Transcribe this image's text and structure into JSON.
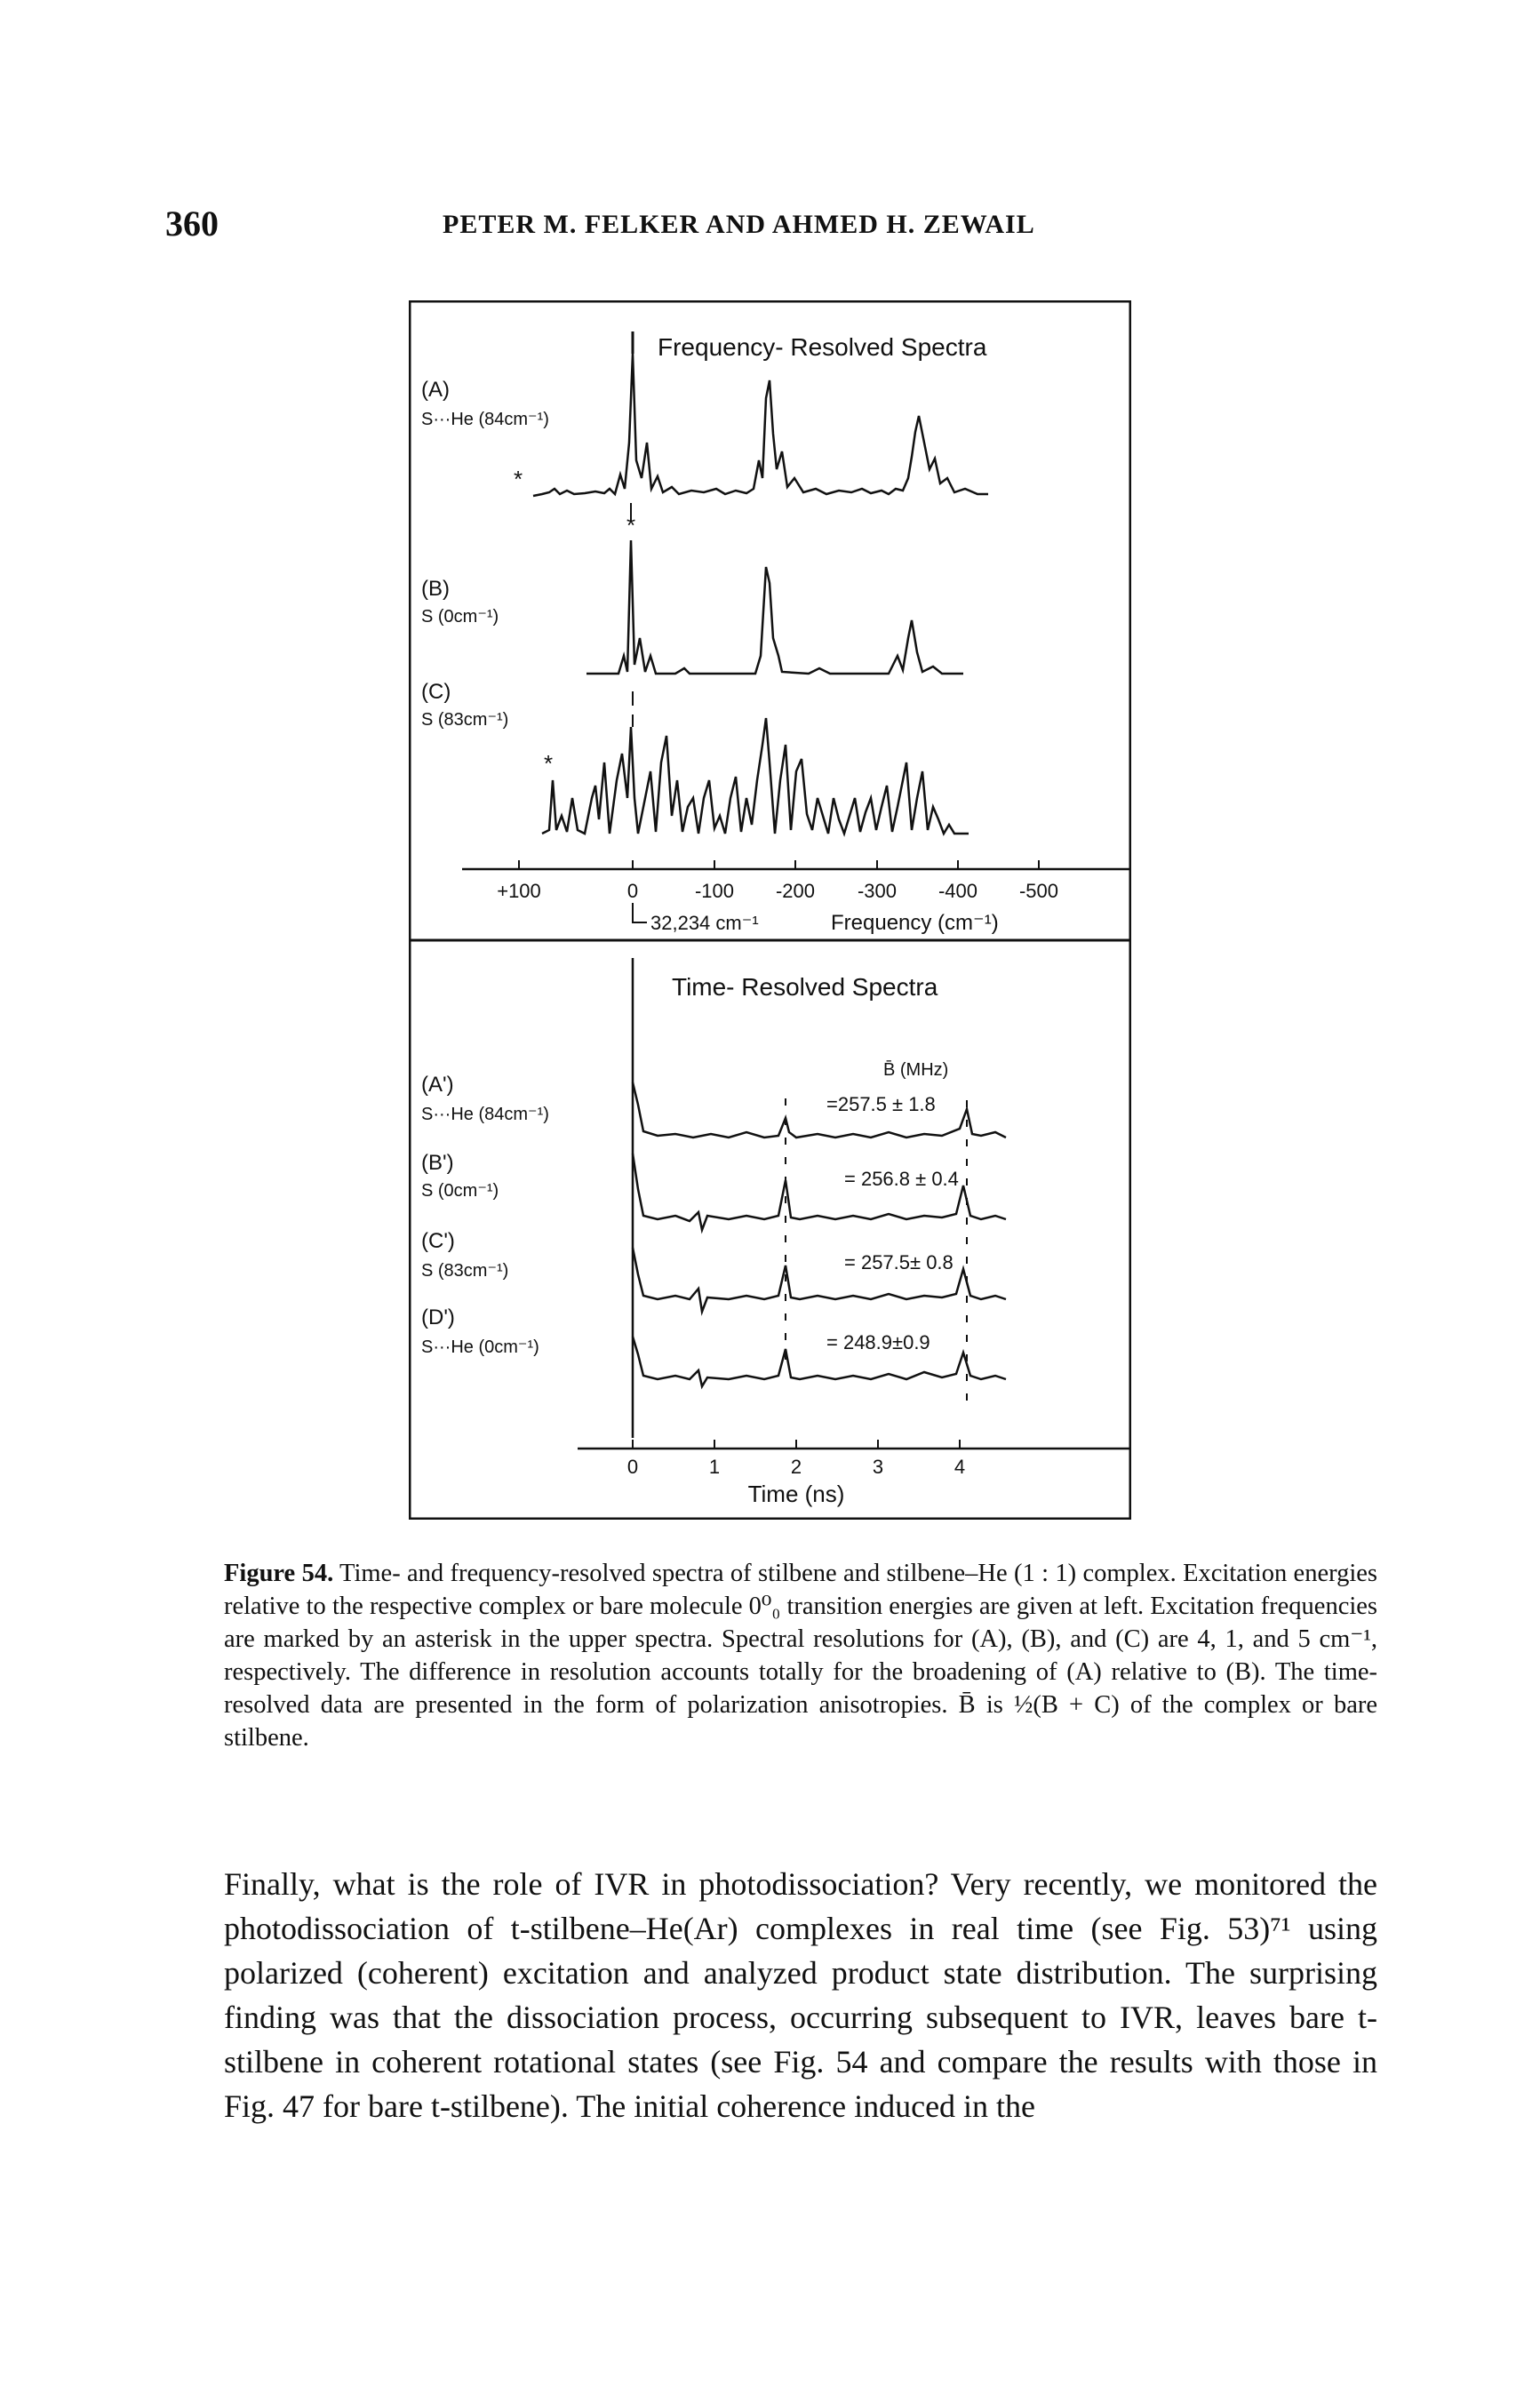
{
  "header": {
    "page_number": "360",
    "running_head": "PETER M. FELKER AND AHMED H. ZEWAIL"
  },
  "figure": {
    "freq_title": "Frequency- Resolved Spectra",
    "time_title": "Time- Resolved Spectra",
    "panel_A": {
      "tag": "(A)",
      "label": "S···He (84cm⁻¹)"
    },
    "panel_B": {
      "tag": "(B)",
      "label": "S (0cm⁻¹)"
    },
    "panel_C": {
      "tag": "(C)",
      "label": "S (83cm⁻¹)"
    },
    "panel_A2": {
      "tag": "(A')",
      "label": "S···He (84cm⁻¹)",
      "value": "=257.5 ± 1.8"
    },
    "panel_B2": {
      "tag": "(B')",
      "label": "S (0cm⁻¹)",
      "value": "= 256.8 ± 0.4"
    },
    "panel_C2": {
      "tag": "(C')",
      "label": "S (83cm⁻¹)",
      "value": "= 257.5± 0.8"
    },
    "panel_D2": {
      "tag": "(D')",
      "label": "S···He (0cm⁻¹)",
      "value": "= 248.9±0.9"
    },
    "b_bar_header": "B̄   (MHz)",
    "freq_axis_ticks": [
      "+100",
      "0",
      "-100",
      "-200",
      "-300",
      "-400",
      "-500"
    ],
    "freq_origin_label": "32,234 cm⁻¹",
    "freq_axis_label": "Frequency (cm⁻¹)",
    "time_axis_ticks": [
      "0",
      "1",
      "2",
      "3",
      "4"
    ],
    "time_axis_label": "Time (ns)",
    "asterisk": "*"
  },
  "caption": {
    "label": "Figure 54.",
    "text": "Time- and frequency-resolved spectra of stilbene and stilbene–He (1 : 1) complex. Excitation energies relative to the respective complex or bare molecule 0⁰₀ transition energies are given at left. Excitation frequencies are marked by an asterisk in the upper spectra. Spectral resolutions for (A), (B), and (C) are 4, 1, and 5 cm⁻¹, respectively. The difference in resolution accounts totally for the broadening of (A) relative to (B). The time-resolved data are presented in the form of polarization anisotropies. B̄ is ½(B + C) of the complex or bare stilbene."
  },
  "body": {
    "paragraph": "Finally, what is the role of IVR in photodissociation? Very recently, we monitored the photodissociation of t-stilbene–He(Ar) complexes in real time (see Fig. 53)⁷¹ using polarized (coherent) excitation and analyzed product state distribution. The surprising finding was that the dissociation process, occurring subsequent to IVR, leaves bare t-stilbene in coherent rotational states (see Fig. 54 and compare the results with those in Fig. 47 for bare t-stilbene). The initial coherence induced in the"
  }
}
